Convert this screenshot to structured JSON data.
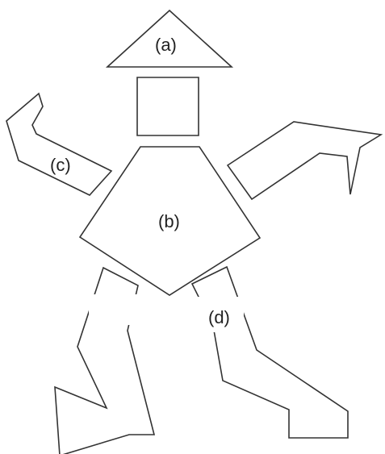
{
  "labels": {
    "a": "(a)",
    "b": "(b)",
    "c": "(c)",
    "d": "(d)"
  },
  "colors": {
    "background": "#ffffff",
    "outline": "#333333",
    "text": "#222222"
  }
}
